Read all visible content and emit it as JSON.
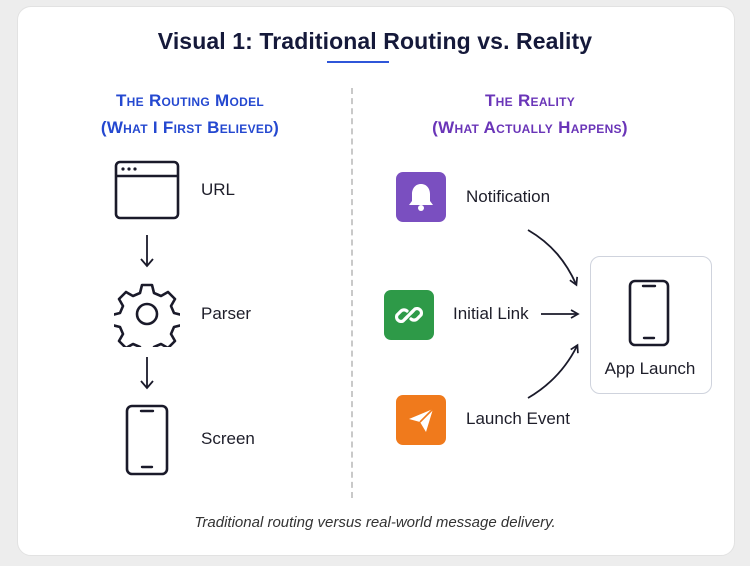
{
  "title": "Visual 1: Traditional Routing vs. Reality",
  "left": {
    "heading_line1": "The Routing Model",
    "heading_line2": "(What I First Believed)",
    "steps": [
      {
        "label": "URL",
        "icon": "browser-window-icon"
      },
      {
        "label": "Parser",
        "icon": "gear-icon"
      },
      {
        "label": "Screen",
        "icon": "phone-icon"
      }
    ]
  },
  "right": {
    "heading_line1": "The Reality",
    "heading_line2": "(What Actually Happens)",
    "sources": [
      {
        "label": "Notification",
        "icon": "bell-icon",
        "color": "#7a4fc0"
      },
      {
        "label": "Initial Link",
        "icon": "link-icon",
        "color": "#2e9a48"
      },
      {
        "label": "Launch Event",
        "icon": "paper-plane-icon",
        "color": "#f07a1c"
      }
    ],
    "target": {
      "label": "App Launch",
      "icon": "phone-icon"
    }
  },
  "caption": "Traditional routing versus real-world message delivery.",
  "colors": {
    "title_rule": "#2f56d9",
    "left_heading": "#2448d0",
    "right_heading": "#6a35b8"
  }
}
